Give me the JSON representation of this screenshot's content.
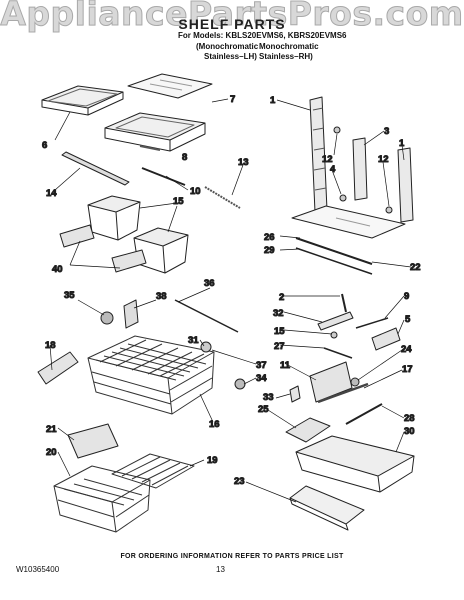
{
  "watermark": "AppliancePartsPros.com",
  "header": {
    "title": "SHELF PARTS",
    "models_line": "For Models: KBLS20EVMS6, KBRS20EVMS6",
    "variant_left": [
      "(Monochromatic",
      "Stainless–LH)"
    ],
    "variant_right": [
      "Monochromatic",
      "Stainless–RH)"
    ]
  },
  "callouts": [
    "7",
    "6",
    "1",
    "3",
    "12",
    "4",
    "12",
    "1",
    "13",
    "10",
    "14",
    "15",
    "26",
    "29",
    "22",
    "40",
    "36",
    "35",
    "38",
    "2",
    "9",
    "32",
    "5",
    "15",
    "27",
    "24",
    "18",
    "31",
    "37",
    "11",
    "17",
    "34",
    "33",
    "25",
    "28",
    "16",
    "21",
    "20",
    "19",
    "30",
    "23",
    "8"
  ],
  "footer": {
    "ordering_note": "FOR ORDERING INFORMATION REFER TO PARTS PRICE LIST",
    "doc_number": "W10365400",
    "page_number": "13"
  }
}
